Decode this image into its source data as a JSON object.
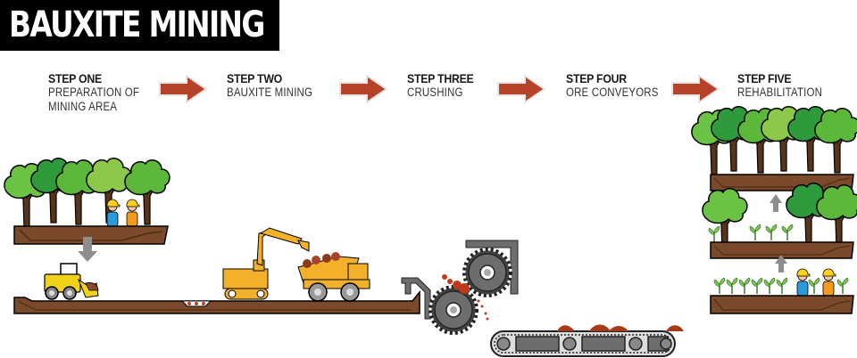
{
  "title": "BAUXITE MINING",
  "steps": [
    {
      "label": "STEP ONE",
      "description": "PREPARATION OF\nMINING AREA"
    },
    {
      "label": "STEP TWO",
      "description": "BAUXITE MINING"
    },
    {
      "label": "STEP THREE",
      "description": "CRUSHING"
    },
    {
      "label": "STEP FOUR",
      "description": "ORE CONVEYORS"
    },
    {
      "label": "STEP FIVE",
      "description": "REHABILITATION"
    }
  ],
  "colors": {
    "title_bg": "#000000",
    "arrow": "#b5432a",
    "soil": "#7a4a2a",
    "soil_dark": "#4e2c16",
    "machine_yellow": "#f3b02a",
    "tree_green": "#5cb83a",
    "tree_dark": "#2f9a3c",
    "trunk": "#5a3418",
    "gear": "#6d6d6d",
    "process_arrow": "#8e8e8e"
  },
  "icons": [
    "right-arrow-icon",
    "down-arrow-icon",
    "up-arrow-icon",
    "tree-icon",
    "worker-icon",
    "bulldozer-icon",
    "excavator-icon",
    "dump-truck-icon",
    "crusher-gear-icon",
    "conveyor-icon",
    "seedling-icon"
  ]
}
